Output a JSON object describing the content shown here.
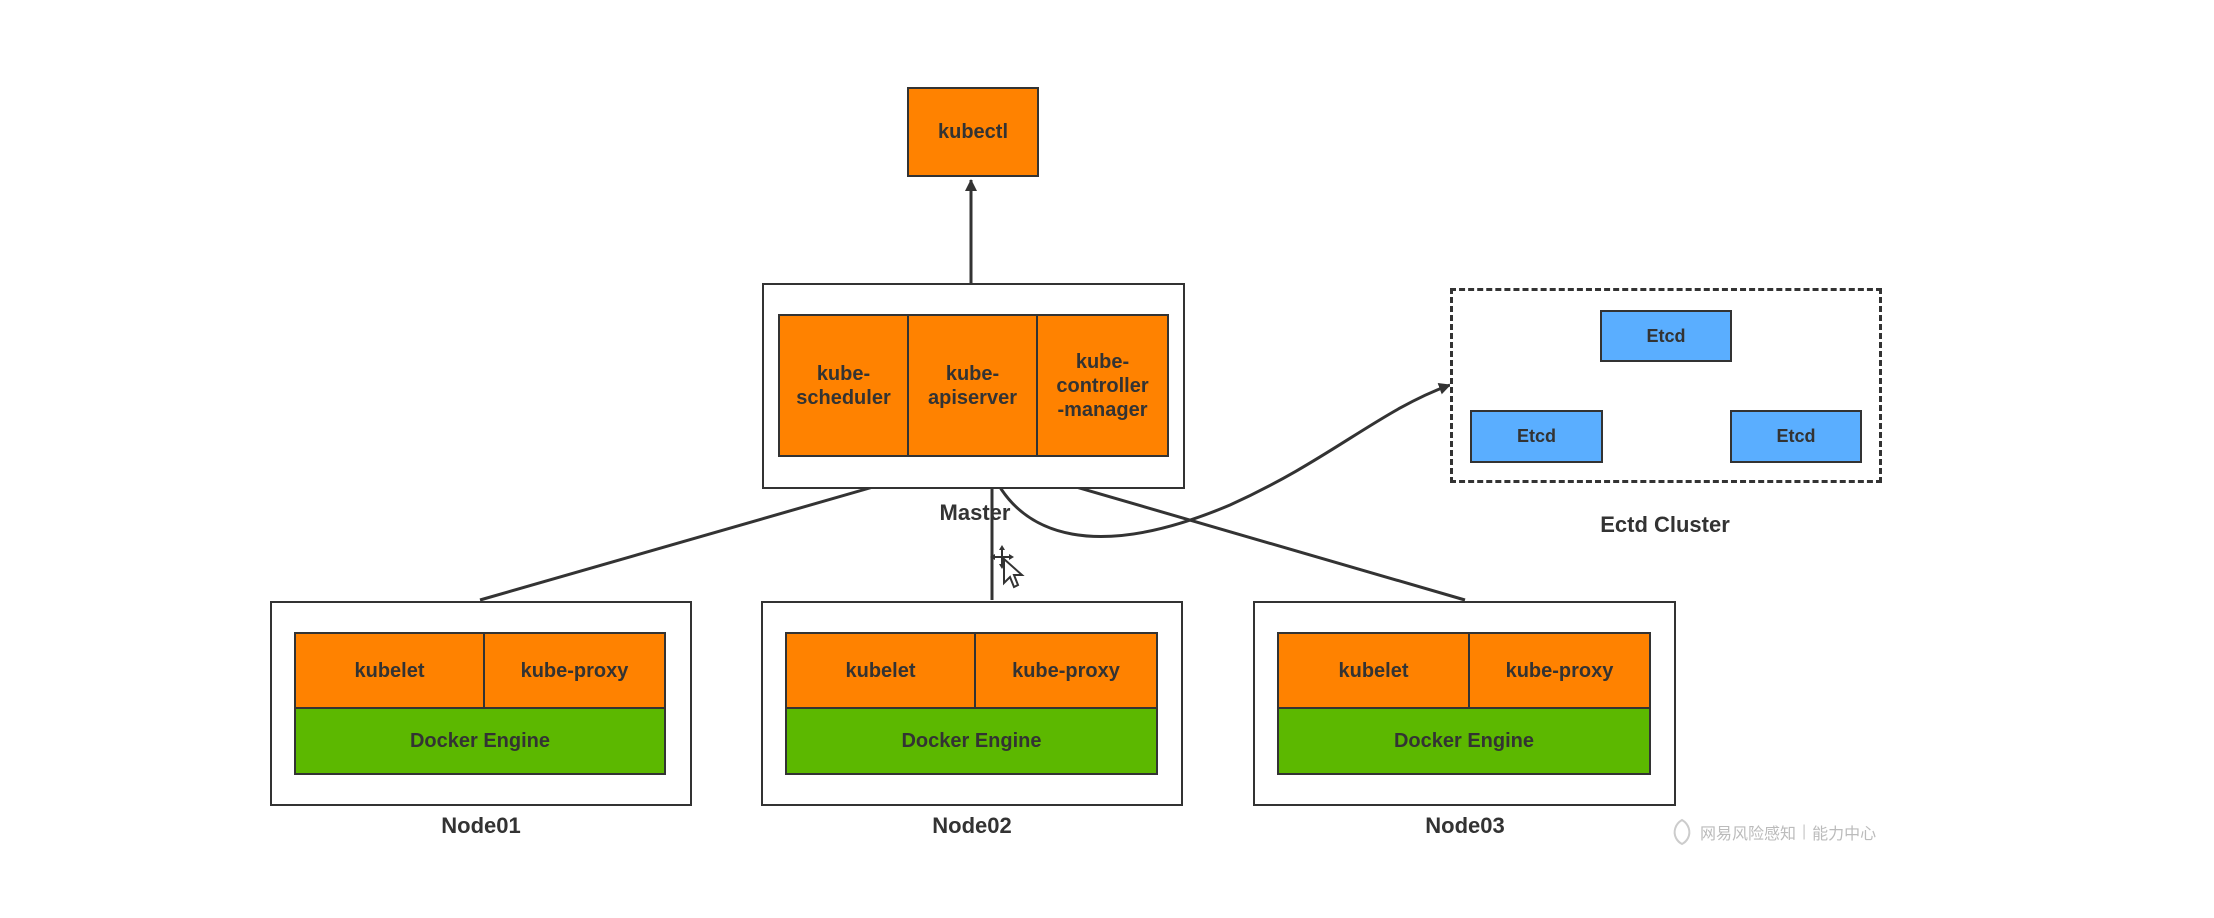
{
  "kubectl": "kubectl",
  "master": {
    "components": [
      "kube-\nscheduler",
      "kube-\napiserver",
      "kube-\ncontroller\n-manager"
    ],
    "label": "Master"
  },
  "etcd_cluster": {
    "nodes": [
      "Etcd",
      "Etcd",
      "Etcd"
    ],
    "label": "Ectd Cluster"
  },
  "nodes": [
    {
      "kubelet": "kubelet",
      "proxy": "kube-proxy",
      "engine": "Docker Engine",
      "label": "Node01"
    },
    {
      "kubelet": "kubelet",
      "proxy": "kube-proxy",
      "engine": "Docker Engine",
      "label": "Node02"
    },
    {
      "kubelet": "kubelet",
      "proxy": "kube-proxy",
      "engine": "Docker Engine",
      "label": "Node03"
    }
  ],
  "watermark": {
    "left": "网易风险感知",
    "right": "能力中心"
  },
  "colors": {
    "orange": "#ff8200",
    "green": "#5cb800",
    "blue": "#5aaeff",
    "stroke": "#333333"
  }
}
